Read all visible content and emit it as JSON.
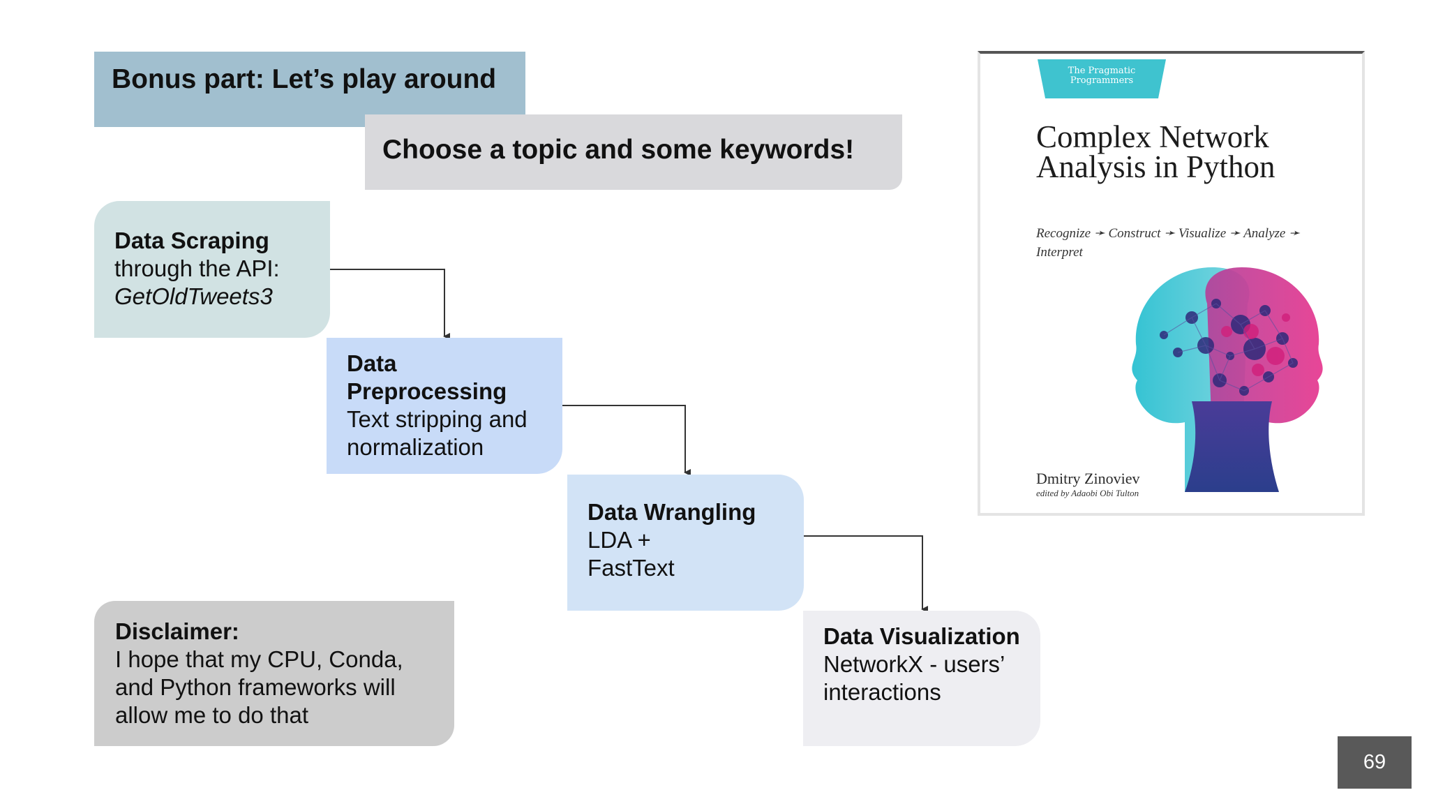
{
  "slide": {
    "title": "Bonus part: Let’s play around",
    "subtitle": "Choose a topic and some keywords!",
    "page_number": "69"
  },
  "steps": [
    {
      "title": "Data Scraping",
      "lines": [
        "through the API:",
        "GetOldTweets3"
      ]
    },
    {
      "title": "Data Preprocessing",
      "lines": [
        "Text stripping and normalization"
      ]
    },
    {
      "title": "Data Wrangling",
      "lines": [
        "LDA +",
        "FastText"
      ]
    },
    {
      "title": "Data Visualization",
      "lines": [
        "NetworkX - users’ interactions"
      ]
    }
  ],
  "disclaimer": {
    "title": "Disclaimer:",
    "text": "I hope that my CPU, Conda, and Python frameworks will allow me to do that"
  },
  "book": {
    "publisher": "The Pragmatic Programmers",
    "title": "Complex Network Analysis in Python",
    "tagline": "Recognize ➛ Construct ➛ Visualize ➛ Analyze ➛ Interpret",
    "author": "Dmitry Zinoviev",
    "editor": "edited by Adaobi Obi Tulton"
  },
  "colors": {
    "title_banner": "#a1bfcf",
    "subtitle_banner": "#d9d9dc",
    "step1": "#d1e2e3",
    "step2": "#c8dbf8",
    "step3": "#d2e3f6",
    "step4": "#eeeef2",
    "disclaimer": "#cccccc",
    "page_number": "#595959"
  }
}
